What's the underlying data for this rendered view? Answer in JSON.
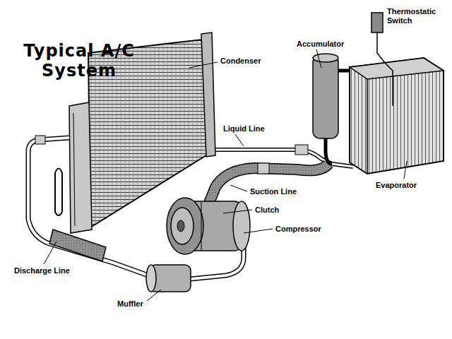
{
  "diagram": {
    "title": "Typical A/C System",
    "labels": [
      "Condenser",
      "Accumulator",
      "Thermostatic Switch",
      "Liquid Line",
      "Suction Line",
      "Clutch",
      "Compressor",
      "Evaporator",
      "Discharge Line",
      "Muffler"
    ]
  }
}
